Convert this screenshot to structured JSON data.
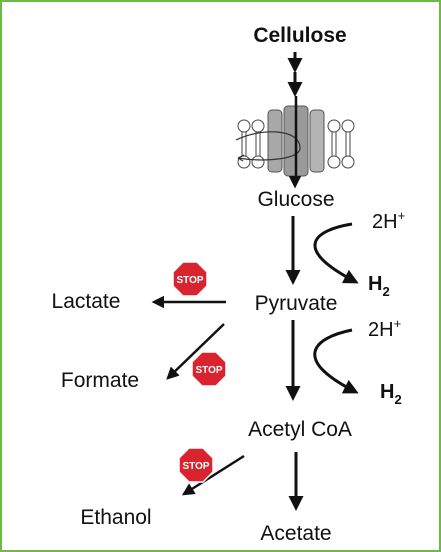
{
  "nodes": {
    "cellulose": "Cellulose",
    "glucose": "Glucose",
    "pyruvate": "Pyruvate",
    "lactate": "Lactate",
    "formate": "Formate",
    "acetyl_coa": "Acetyl CoA",
    "ethanol": "Ethanol",
    "acetate": "Acetate"
  },
  "side_reactions": {
    "proton_1": "2H",
    "proton_1_sup": "+",
    "h2_1": "H",
    "h2_1_sub": "2",
    "proton_2": "2H",
    "proton_2_sup": "+",
    "h2_2": "H",
    "h2_2_sub": "2"
  },
  "stop_signs": {
    "lactate_stop": "STOP",
    "formate_stop": "STOP",
    "ethanol_stop": "STOP"
  },
  "colors": {
    "border": "#6dbb45",
    "stop_red": "#d9232e",
    "arrow": "#111111",
    "membrane": "#9a9a9a"
  }
}
